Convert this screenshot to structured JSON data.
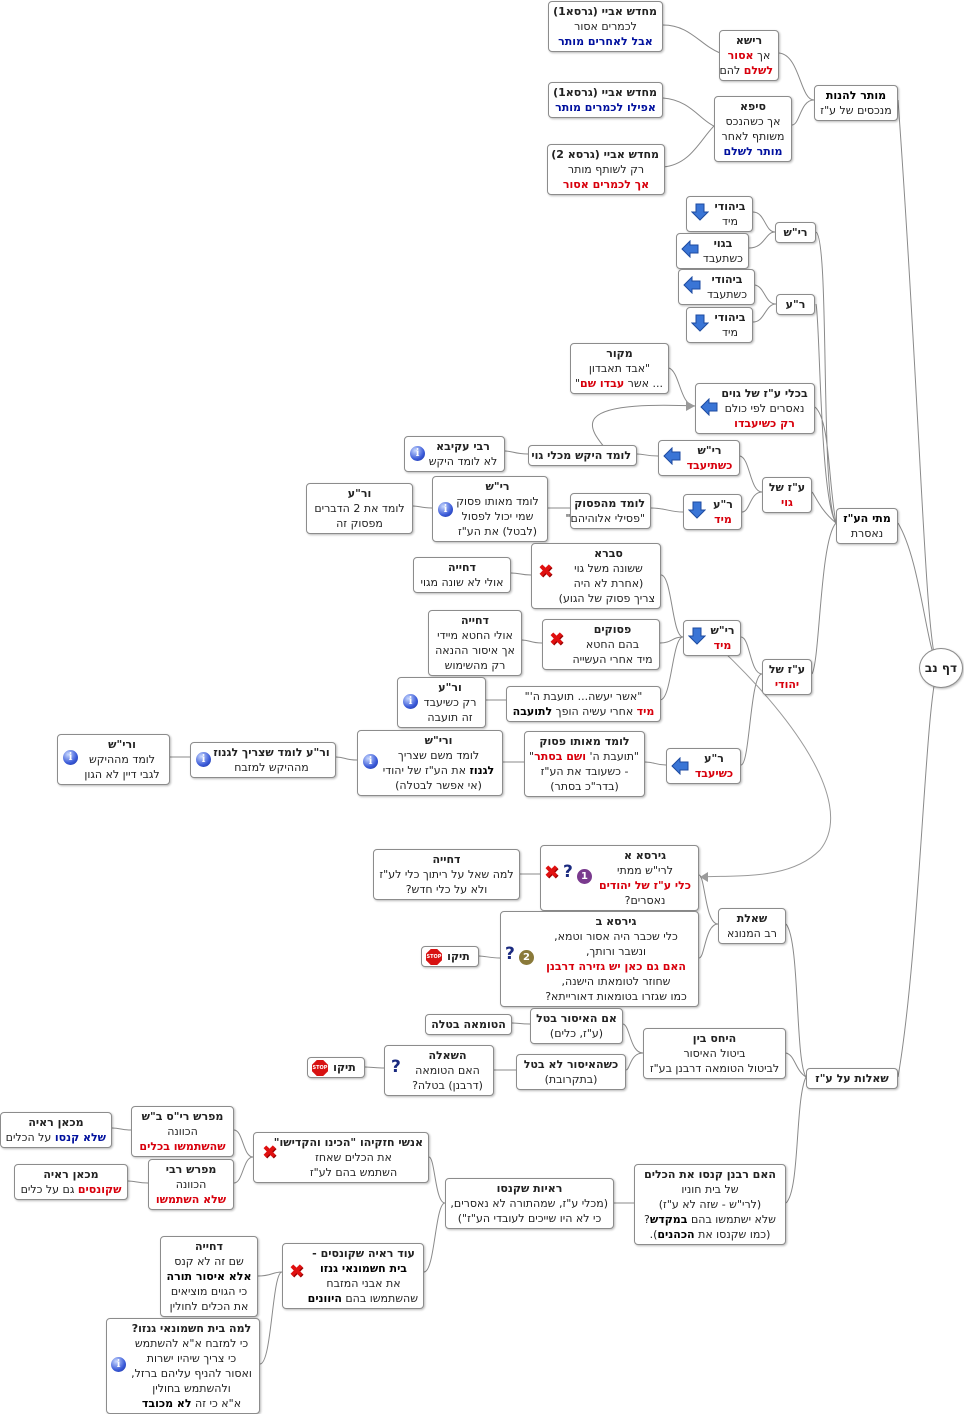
{
  "diagram": {
    "root": {
      "label": "דף נב"
    },
    "branch_permitted": {
      "main": {
        "line1": "מותר להנות",
        "line2": "מנכסים של ע\"ז"
      },
      "reisha": {
        "title": "רישא",
        "line1a": "אך ",
        "line1b": "אסור",
        "line2a": "לשלם",
        "line2b": " להם"
      },
      "abaye_reisha": {
        "title": "מחדש אביי (גרסא1)",
        "line1": "לכמרים אסור",
        "line2": "אבל לאחרים מותר"
      },
      "seifa": {
        "title": "סיפא",
        "line1": "אך כשהנכס",
        "line2": "משותף לאחר",
        "line3": "מותר לשלם"
      },
      "abaye_seifa1": {
        "title": "מחדש אביי (גרסא1)",
        "line1": "אפילו לכמרים מותר"
      },
      "abaye_seifa2": {
        "title": "מחדש אביי (גרסא 2)",
        "line1": "רק לשותף מותר",
        "line2": "אך לכמרים אסור"
      }
    },
    "branch_when": {
      "main": {
        "line1": "מתי הע\"ז",
        "line2": "נאסרת"
      },
      "rish": {
        "label": "רי\"ש"
      },
      "rish_jew": {
        "title": "ביהודי",
        "line1": "מיד"
      },
      "rish_gentile": {
        "title": "בגוי",
        "line1": "כשתעבד"
      },
      "ra": {
        "label": "ר\"ע"
      },
      "ra_jew1": {
        "title": "ביהודי",
        "line1": "כשתעבד"
      },
      "ra_jew2": {
        "title": "ביהודי",
        "line1": "מיד"
      },
      "source": {
        "title": "מקור",
        "line1": "\"אבד תאבדון",
        "line2a": "... אשר ",
        "line2b": "עבדו שם",
        "line2c": "\""
      },
      "vessels": {
        "title": "בכלי ע\"ז של גוים",
        "line1": "נאסרים לפי כולם",
        "line2": "רק כשיעבדו"
      },
      "gentile_az": {
        "line1": "ע\"ז של",
        "line2": "גוי"
      },
      "gentile_rish": {
        "title": "רי\"ש",
        "line1": "כשתיעבד"
      },
      "derives_vessel": {
        "label": "לומד היקש מכלי גוי"
      },
      "rabbi_akiva": {
        "title": "רבי עקיבא",
        "line1": "לא לומד היקש"
      },
      "gentile_ra": {
        "title": "ר\"ע",
        "line1": "מיד"
      },
      "learn_verse": {
        "title": "לומד מהפסוק",
        "line1": "\"פסילי אלוהיהם\""
      },
      "rish_verse": {
        "title": "רי\"ש",
        "line1": "לומד מאותו פסוק",
        "line2": "שמי יכול לפסול",
        "line3": "(לבטל) את הע\"ז"
      },
      "ra_two": {
        "title": "ור\"ע",
        "line1": "לומד את 2 הדברים",
        "line2": "מפסוק זה"
      },
      "jew_az": {
        "line1": "ע\"ז של",
        "line2": "יהודי"
      },
      "jew_rish": {
        "title": "רי\"ש",
        "line1": "מיד"
      },
      "svara": {
        "title": "סברא",
        "line1": "ששונה משל גוי",
        "line2": "(אחרת לא היה",
        "line3": "צריך פסוק של הגוע)"
      },
      "rejection1": {
        "title": "דחייה",
        "line1": "אולי לא שונה מגוי"
      },
      "verses": {
        "title": "פסוקים",
        "line1": "בהם החטא",
        "line2": "מיד אחרי העשייה"
      },
      "rejection2": {
        "title": "דחייה",
        "line1": "אולי החטא מיידי",
        "line2": "אך איסור ההנאה",
        "line3": "רק מהשימוש"
      },
      "asher": {
        "line1": "\"אשר יעשה... תועבת ה'\"",
        "line2a": "מיד",
        "line2b": " אחרי עשיה הופך ",
        "line2c": "לתועבה"
      },
      "ra_only": {
        "title": "ור\"ע",
        "line1": "רק כשיעבד",
        "line2": "זה תועבה"
      },
      "jew_ra": {
        "title": "ר\"ע",
        "line1": "כשיעבד"
      },
      "same_verse": {
        "title": "לומד מאותו פסוק",
        "line1a": "\"תועבת ה' ",
        "line1b": "ושם בסתר",
        "line1c": "\"",
        "line2": "- כשעובד את הע\"ז",
        "line3": "(בדר\"כ בסתר)"
      },
      "rish2": {
        "title": "ורי\"ש",
        "line1": "לומד משם שצריך",
        "line2a": "לגנוז",
        "line2b": " את הע\"ז של יהודי",
        "line3": "(אי אפשר לבטלה)"
      },
      "ra_hide": {
        "title": "ור\"ע לומד שצריך לגנוז",
        "line1": "מההיקש למזבח"
      },
      "rish3": {
        "title": "ורי\"ש",
        "line1": "לומד מההיקש",
        "line2": "לגבי דיין לא הגון"
      }
    },
    "branch_questions": {
      "main": {
        "label": "שאלות על ע\"ז"
      },
      "question": {
        "title": "שאלת",
        "line1": "רב המנונא"
      },
      "version_a": {
        "title": "גירסא א",
        "line1": "לרי\"ש ממתי",
        "line2": "כלי ע\"ז של יהודים",
        "line3": "נאסרים?",
        "num": "1"
      },
      "rejection3": {
        "title": "דחייה",
        "line1": "למה שאל על ריתוך כלי לע\"ז",
        "line2": "ולא  על כלי חדש?"
      },
      "version_b": {
        "title": "גירסא ב",
        "line1": "כלי שכבר היה אסור וטמא,",
        "line2": "ונשבר ורותך,",
        "line3": "האם גם כאן יש גזירה דרבנן",
        "line4": "שחוזר לטומאתו הישנה,",
        "line5": "כמו שגזרו בטומאות דאורייתא?",
        "num": "2"
      },
      "teiku1": {
        "label": "תיקו"
      },
      "relation": {
        "title": "היחס בין",
        "line1": "ביטול האיסור",
        "line2": "לביטול הטומאה דרבנן בע\"ז"
      },
      "cancel_yes": {
        "title": "אם האיסור בטל",
        "line1": "(ע\"ז, כלים)"
      },
      "impurity_void": {
        "label": "הטומאה בטלה"
      },
      "cancel_no": {
        "title": "כשהאיסור לא בטל",
        "line1": "(בתקרובת)"
      },
      "question2": {
        "title": "השאלה",
        "line1": "האם הטומאה",
        "line2": "(דרבנן) בטלה?"
      },
      "teiku2": {
        "label": "תיקו"
      },
      "fine": {
        "title": "האם רבנן קנסו  את הכלים",
        "line1": "של בית חוניו",
        "line2": "(לרי\"ש - שזה לא ע\"ז)",
        "line3a": "שלא ישתמשו בהם ",
        "line3b": "במקדש",
        "line3c": "?",
        "line4a": "(כמו שקנסו את ",
        "line4b": "הכהנים",
        "line4c": ")."
      },
      "proofs": {
        "title": "ראיות שקנסו",
        "line1": "(מכלי ע\"ז, שמהתורה לא נאסרים,",
        "line2": "כי לא היו שייכים לעובדי הע\"ז\")"
      },
      "hezkiyahu": {
        "title": "אנשי חזקיהו \"הכינו והקדישו\"",
        "line1": "את הכלים שאחז",
        "line2": "השתמש בהם לע\"ז"
      },
      "rav_explains": {
        "title": "מפרש רי\"ס ב\"ש",
        "line1": "הכוונה",
        "line2": "שהשתמשו בכלים"
      },
      "proof_a": {
        "title": "מכאן ראיה",
        "line1a": "שלא קנסו",
        "line1b": " על הכלים"
      },
      "rabbi_explains": {
        "title": "מפרש רבי",
        "line1": "הכוונה",
        "line2": "שלא השתמשו"
      },
      "proof_b": {
        "title": "מכאן ראיה",
        "line1a": "שקונסים",
        "line1b": " גם על כלים"
      },
      "more_proof": {
        "title": "עוד ראיה שקונסים -",
        "line1": "בית חשמונאי גנזו",
        "line2": "את אבני המזבח",
        "line3a": "שהשתמשו בהם ",
        "line3b": "היוונים"
      },
      "rejection4": {
        "title": "דחייה",
        "line1": "שם זה לא קנס",
        "line2": "אלא איסור תורה",
        "line3": "כי הגוים מוציאים",
        "line4": "את הכלים לחולין"
      },
      "why_hid": {
        "title": "למה בית חשמונאי גנזו?",
        "line1": "כי למזבח א\"א להשתמש",
        "line2": "כי צריך שיהיו ישרות",
        "line3": "ואסור להניף עליהם ברזל,",
        "line4": "ולהשתמש בחולין",
        "line5a": "א\"א כי זה ",
        "line5b": "לא מכובד"
      }
    }
  },
  "colors": {
    "red": "#d8000c",
    "blue": "#00109e",
    "line": "#8a8a8a",
    "arrow": "#2f6ad0"
  },
  "icons": [
    "info-icon",
    "x-icon",
    "question-icon",
    "arrow-down-icon",
    "arrow-left-icon",
    "stop-icon",
    "number-one-icon",
    "number-two-icon"
  ]
}
